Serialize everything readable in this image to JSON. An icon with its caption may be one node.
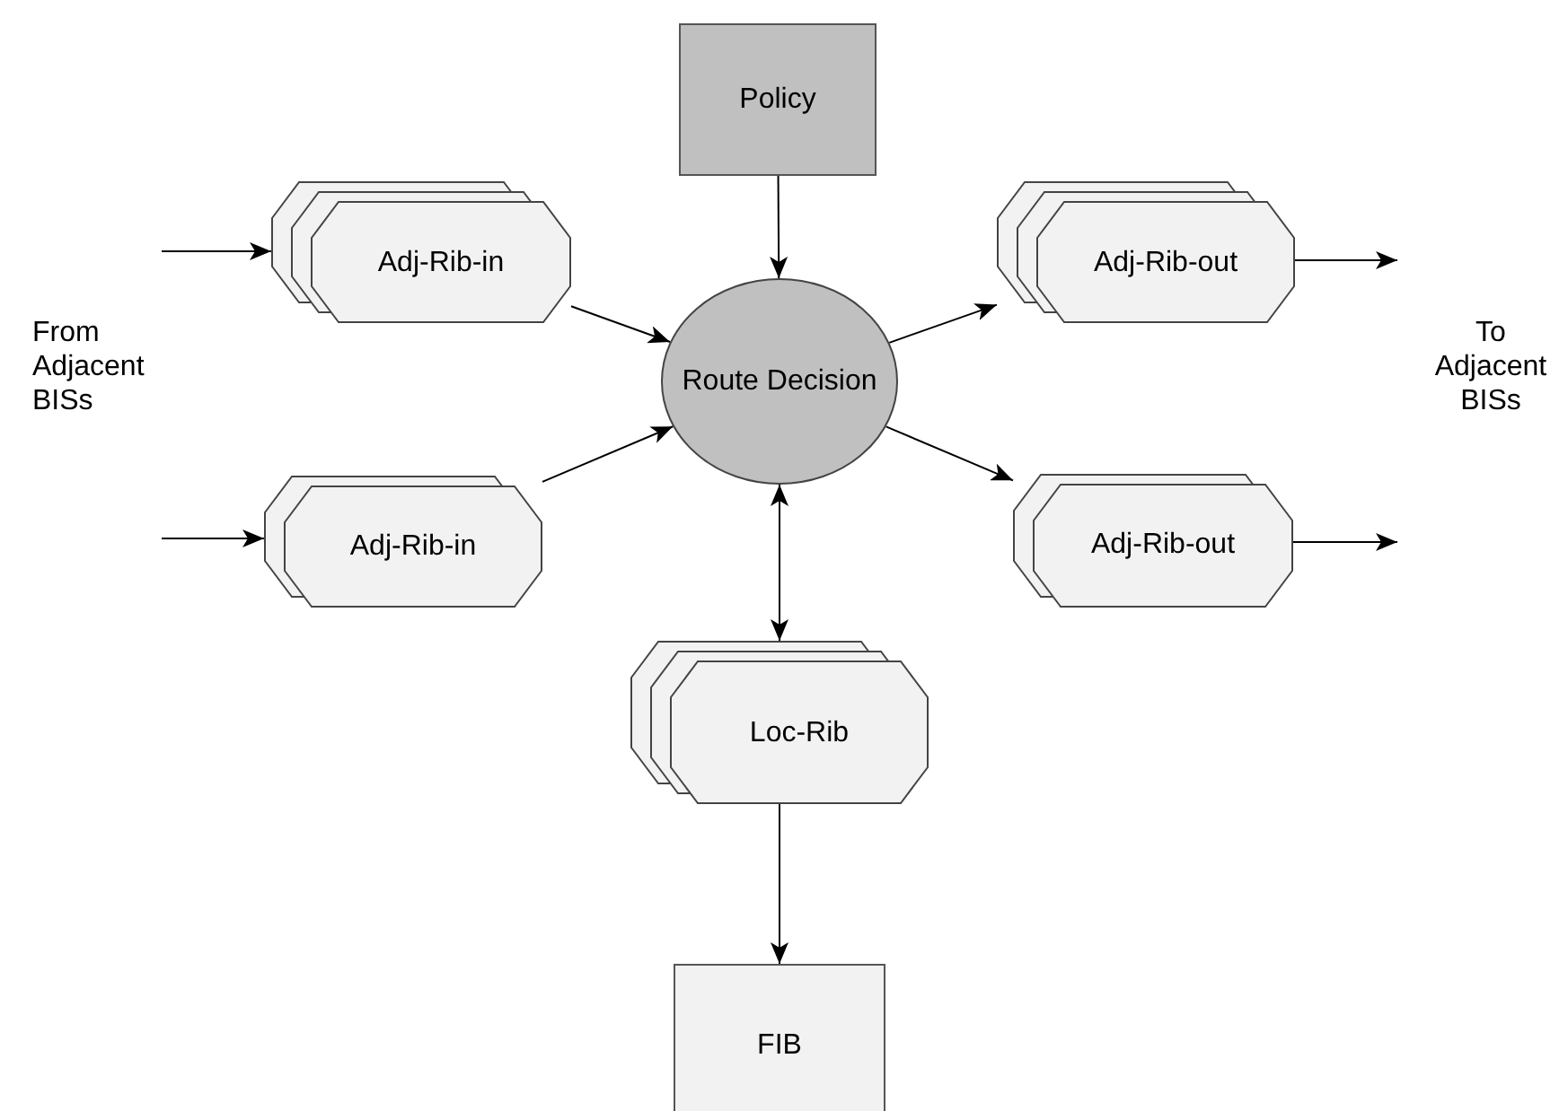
{
  "diagram": {
    "nodes": [
      {
        "text": [
          "Policy"
        ]
      },
      {
        "text": [
          "Adj-Rib-in"
        ]
      },
      {
        "text": [
          "Adj-Rib-in"
        ]
      },
      {
        "text": [
          "Route Decision"
        ]
      },
      {
        "text": [
          "Adj-Rib-out"
        ]
      },
      {
        "text": [
          "Adj-Rib-out"
        ]
      },
      {
        "text": [
          "Loc-Rib"
        ]
      },
      {
        "text": [
          "FIB"
        ]
      }
    ],
    "edges": [
      {
        "from": null,
        "to": 1,
        "arrow": "to"
      },
      {
        "from": null,
        "to": 2,
        "arrow": "to"
      },
      {
        "from": 1,
        "to": 3,
        "arrow": "to"
      },
      {
        "from": 2,
        "to": 3,
        "arrow": "to"
      },
      {
        "from": 0,
        "to": 3,
        "arrow": "to"
      },
      {
        "from": 3,
        "to": 4,
        "arrow": "to"
      },
      {
        "from": 3,
        "to": 5,
        "arrow": "to"
      },
      {
        "from": 3,
        "to": 6,
        "arrow": "both"
      },
      {
        "from": 6,
        "to": 7,
        "arrow": "to"
      },
      {
        "from": 4,
        "to": null,
        "arrow": "to"
      },
      {
        "from": 5,
        "to": null,
        "arrow": "to"
      }
    ],
    "labels": [
      "From Adjacent BISs",
      "To Adjacent BISs"
    ]
  }
}
